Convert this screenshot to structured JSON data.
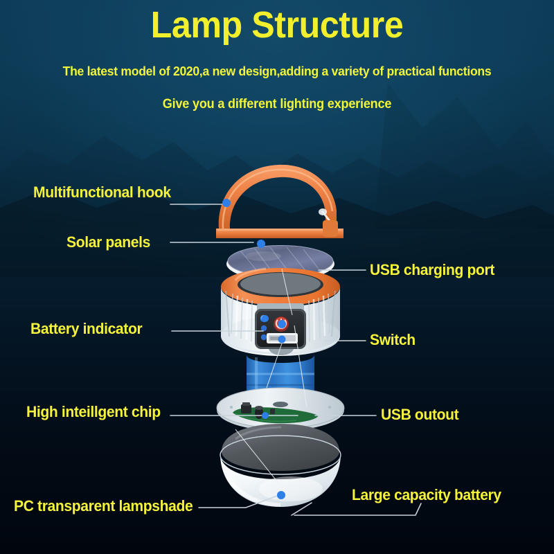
{
  "header": {
    "title": "Lamp Structure",
    "subtitle_1": "The latest model of 2020,a new design,adding a variety of practical functions",
    "subtitle_2": "Give you a different lighting experience"
  },
  "theme": {
    "label_color": "#f5f23c",
    "title_color": "#f2ef2d",
    "background_top": "#0d3c58",
    "background_bottom": "#01060e",
    "leader_line_color": "#c9d4dc",
    "callout_dot_color": "#2f7fe8",
    "accent_orange": "#ef7f3e",
    "battery_blue": "#2f7fd4",
    "pcb_green": "#1f6b3a",
    "housing_white": "#e9eff3"
  },
  "callouts": [
    {
      "id": "multifunctional-hook",
      "label": "Multifunctional hook",
      "side": "left"
    },
    {
      "id": "solar-panels",
      "label": "Solar panels",
      "side": "left"
    },
    {
      "id": "battery-indicator",
      "label": "Battery indicator",
      "side": "left"
    },
    {
      "id": "high-intelligent-chip",
      "label": "High inteillgent chip",
      "side": "left"
    },
    {
      "id": "pc-transparent-lampshade",
      "label": "PC transparent lampshade",
      "side": "left"
    },
    {
      "id": "usb-charging-port",
      "label": "USB charging port",
      "side": "right"
    },
    {
      "id": "switch",
      "label": "Switch",
      "side": "right"
    },
    {
      "id": "usb-output",
      "label": "USB outout",
      "side": "right"
    },
    {
      "id": "large-capacity-battery",
      "label": "Large capacity battery",
      "side": "right"
    }
  ],
  "product": {
    "name": "exploded-lamp-diagram",
    "parts": [
      "carry-hook",
      "solar-panel-disc",
      "upper-housing",
      "control-panel",
      "battery-cell",
      "circuit-board-disc",
      "led-module",
      "lampshade-dome"
    ]
  }
}
